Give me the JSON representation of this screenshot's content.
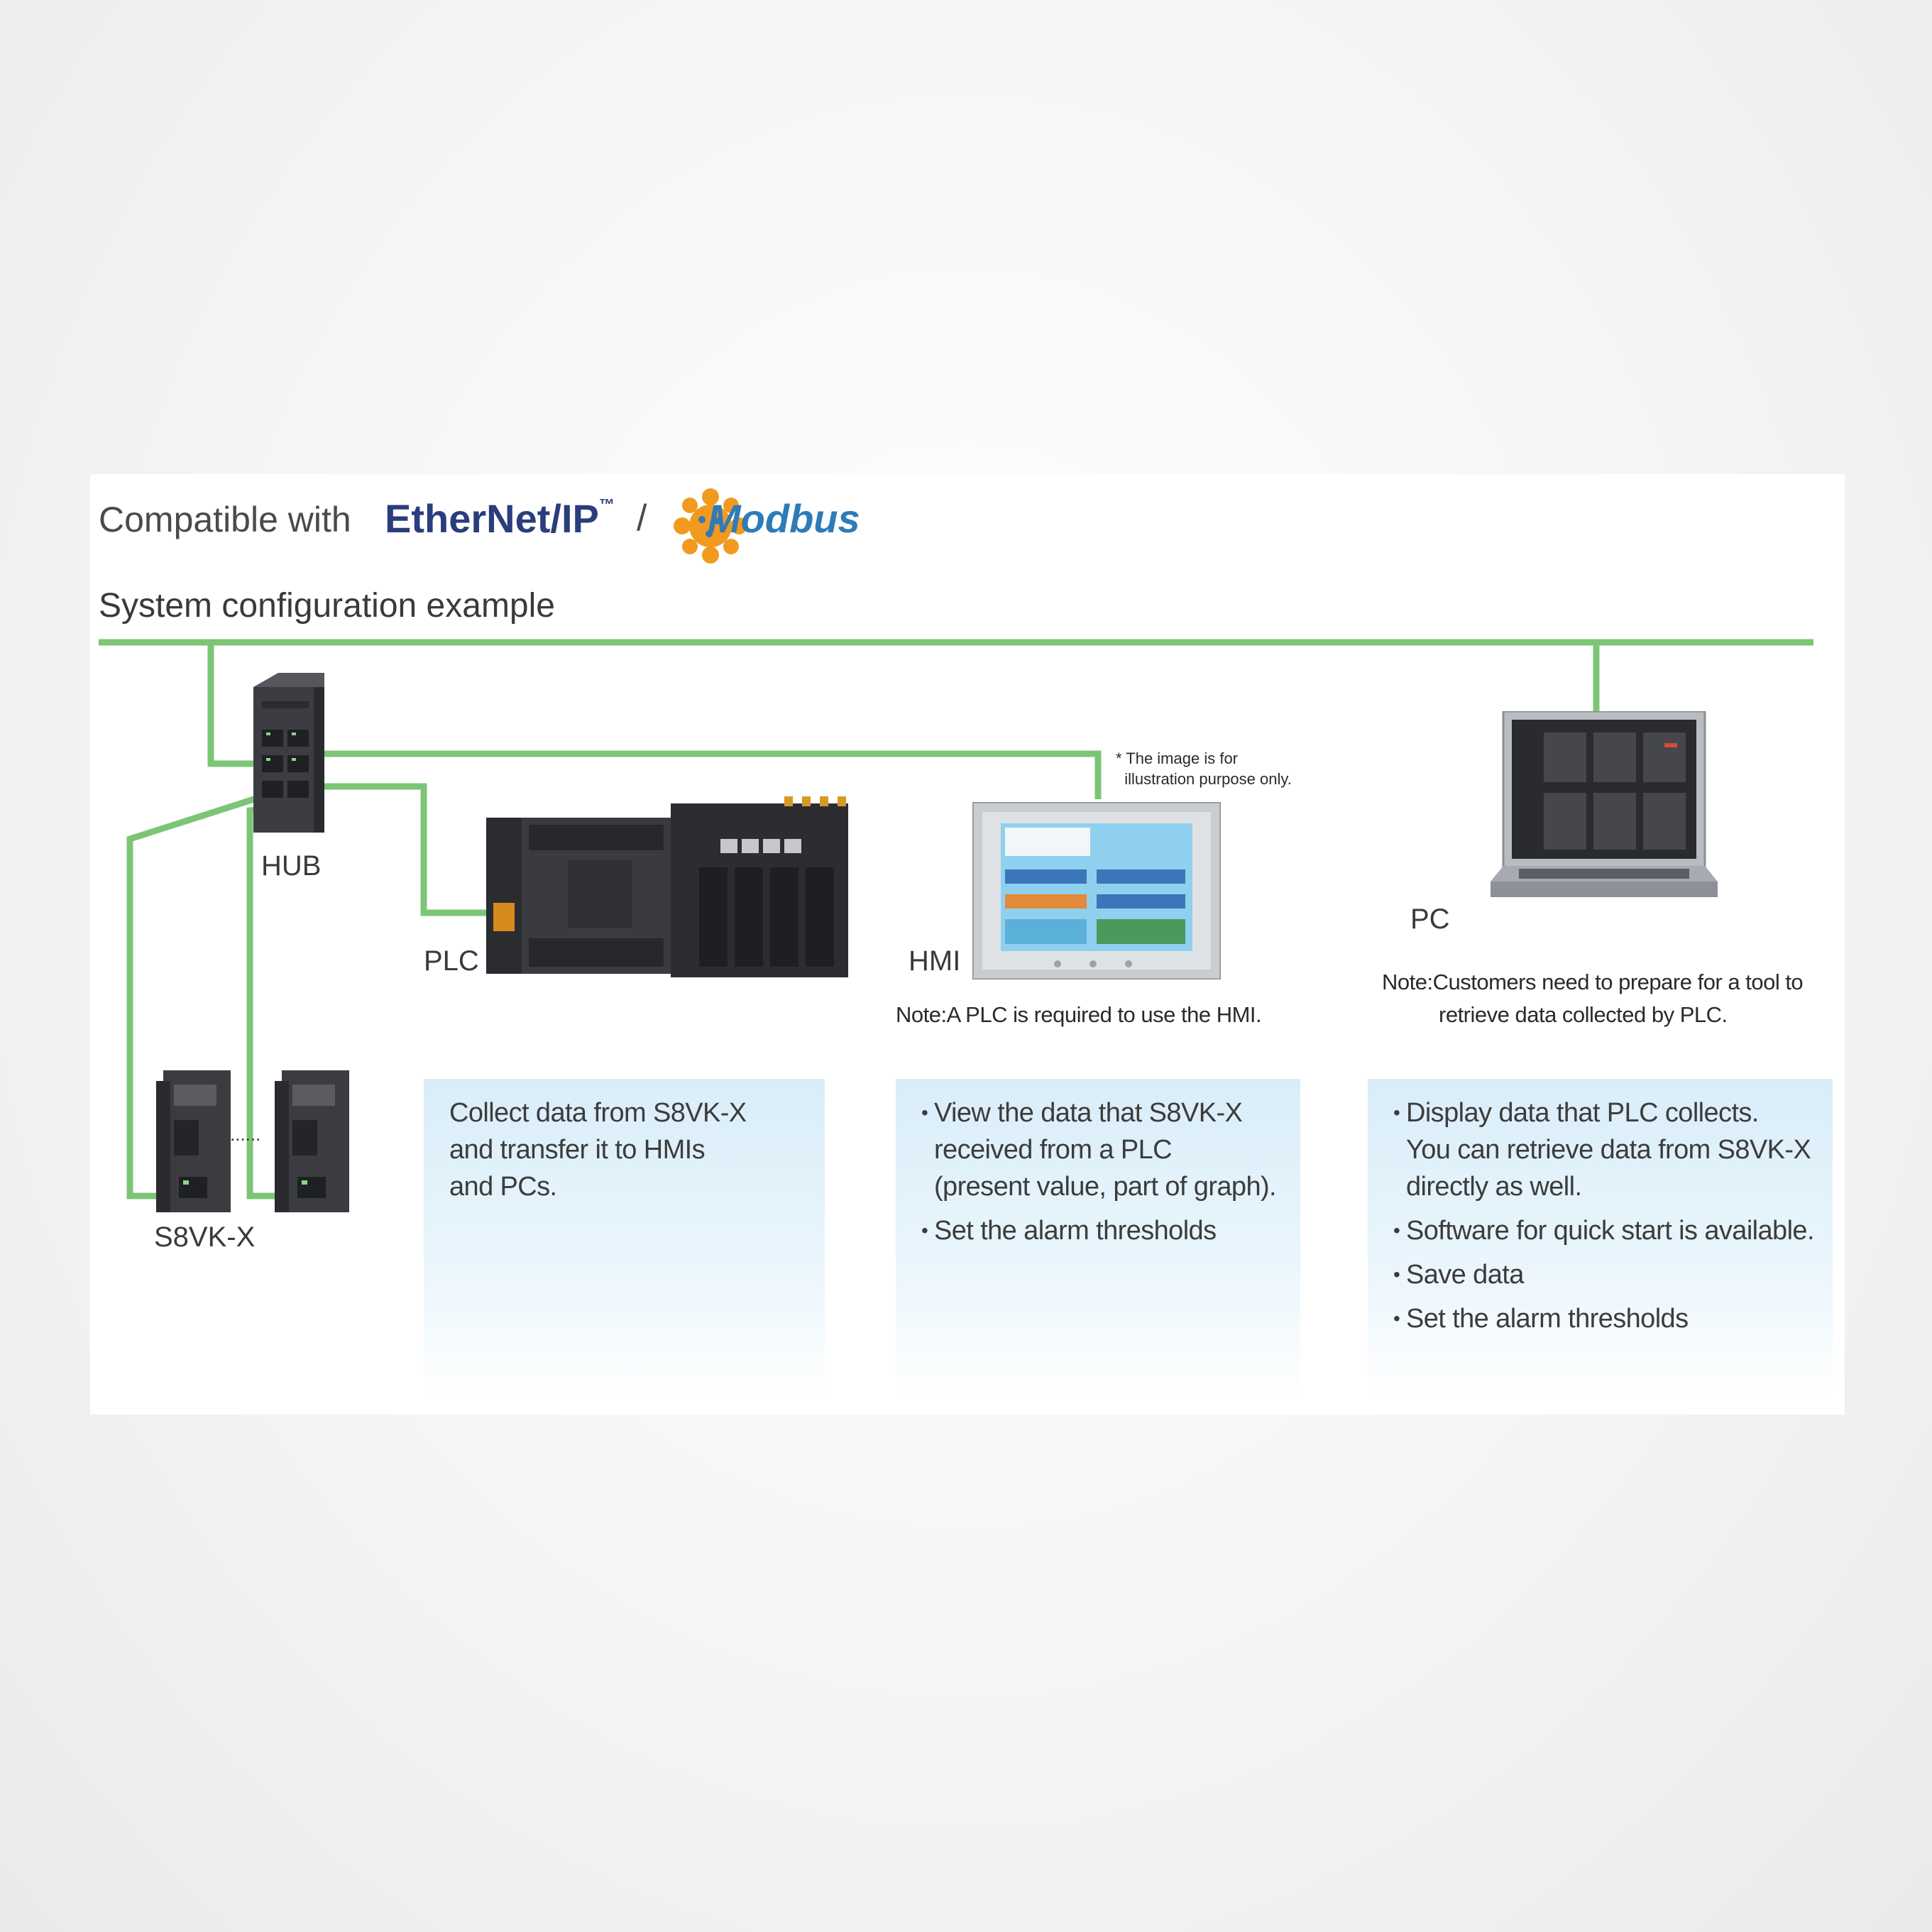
{
  "header": {
    "compatible_prefix": "Compatible with",
    "ethernet_logo": "EtherNet/IP",
    "ethernet_tm": "™",
    "separator": "/",
    "modbus_logo": "Modbus",
    "subtitle": "System configuration example"
  },
  "devices": {
    "hub": "HUB",
    "plc": "PLC",
    "hmi": "HMI",
    "pc": "PC",
    "power_supply": "S8VK-X",
    "dots": "......"
  },
  "notes": {
    "illustration": "* The image is for\n  illustration purpose only.",
    "hmi_note": "Note:A PLC is required to use the HMI.",
    "pc_note_line1": "Note:Customers need to prepare for a tool to",
    "pc_note_line2": "retrieve data collected by PLC."
  },
  "boxes": {
    "plc": {
      "lines": [
        "Collect data from S8VK-X",
        "and transfer it to HMIs",
        "and PCs."
      ]
    },
    "hmi": {
      "bullets": [
        "View the data that S8VK-X\nreceived from a PLC\n(present value, part of graph).",
        "Set the alarm thresholds"
      ]
    },
    "pc": {
      "bullets": [
        "Display data that PLC collects.\nYou can retrieve data from S8VK-X\ndirectly as well.",
        "Software for quick start is available.",
        "Save data",
        "Set the alarm thresholds"
      ]
    }
  },
  "colors": {
    "network_line": "#7cc576",
    "ethernet_blue": "#2a3d7c",
    "modbus_blue": "#2e7bb8",
    "modbus_orange": "#f29a1f",
    "box_blue": "#d9edf9"
  }
}
